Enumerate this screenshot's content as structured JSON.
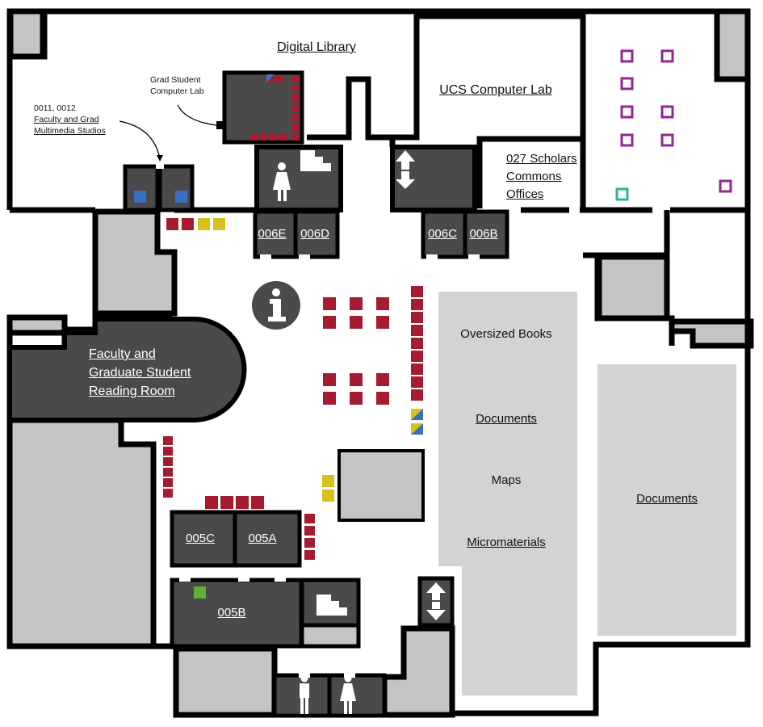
{
  "map": {
    "colors": {
      "wall": "#000000",
      "dark_room": "#4a4a4a",
      "light_area": "#c4c4c4",
      "stacks": "#d1d3d4",
      "table_red": "#a51c30",
      "seat_yellow": "#d4c31e",
      "seat_blue": "#3a6fc4",
      "seat_green": "#5cb034",
      "marker_purple": "#92278f",
      "marker_teal": "#2bb39a"
    },
    "labels": {
      "digital_library": "Digital Library",
      "ucs_lab": "UCS Computer Lab",
      "scholars_1": "027 Scholars",
      "scholars_2": "Commons",
      "scholars_3": "Offices",
      "grad_lab_1": "Grad Student",
      "grad_lab_2": "Computer Lab",
      "studios_num": "0011, 0012",
      "studios_1": "Faculty and Grad",
      "studios_2": "Multimedia Studios",
      "reading_1": "Faculty and",
      "reading_2": "Graduate Student",
      "reading_3": "Reading Room",
      "oversized": "Oversized Books",
      "documents_1": "Documents",
      "maps": "Maps",
      "micro": "Micromaterials",
      "documents_2": "Documents",
      "r006e": "006E",
      "r006d": "006D",
      "r006c": "006C",
      "r006b": "006B",
      "r005c": "005C",
      "r005a": "005A",
      "r005b": "005B"
    },
    "icons": {
      "info": "info-icon",
      "elevator": "elevator-icon",
      "stairs": "stairs-icon",
      "restroom_women": "women-restroom-icon",
      "restroom_men": "men-restroom-icon"
    }
  }
}
